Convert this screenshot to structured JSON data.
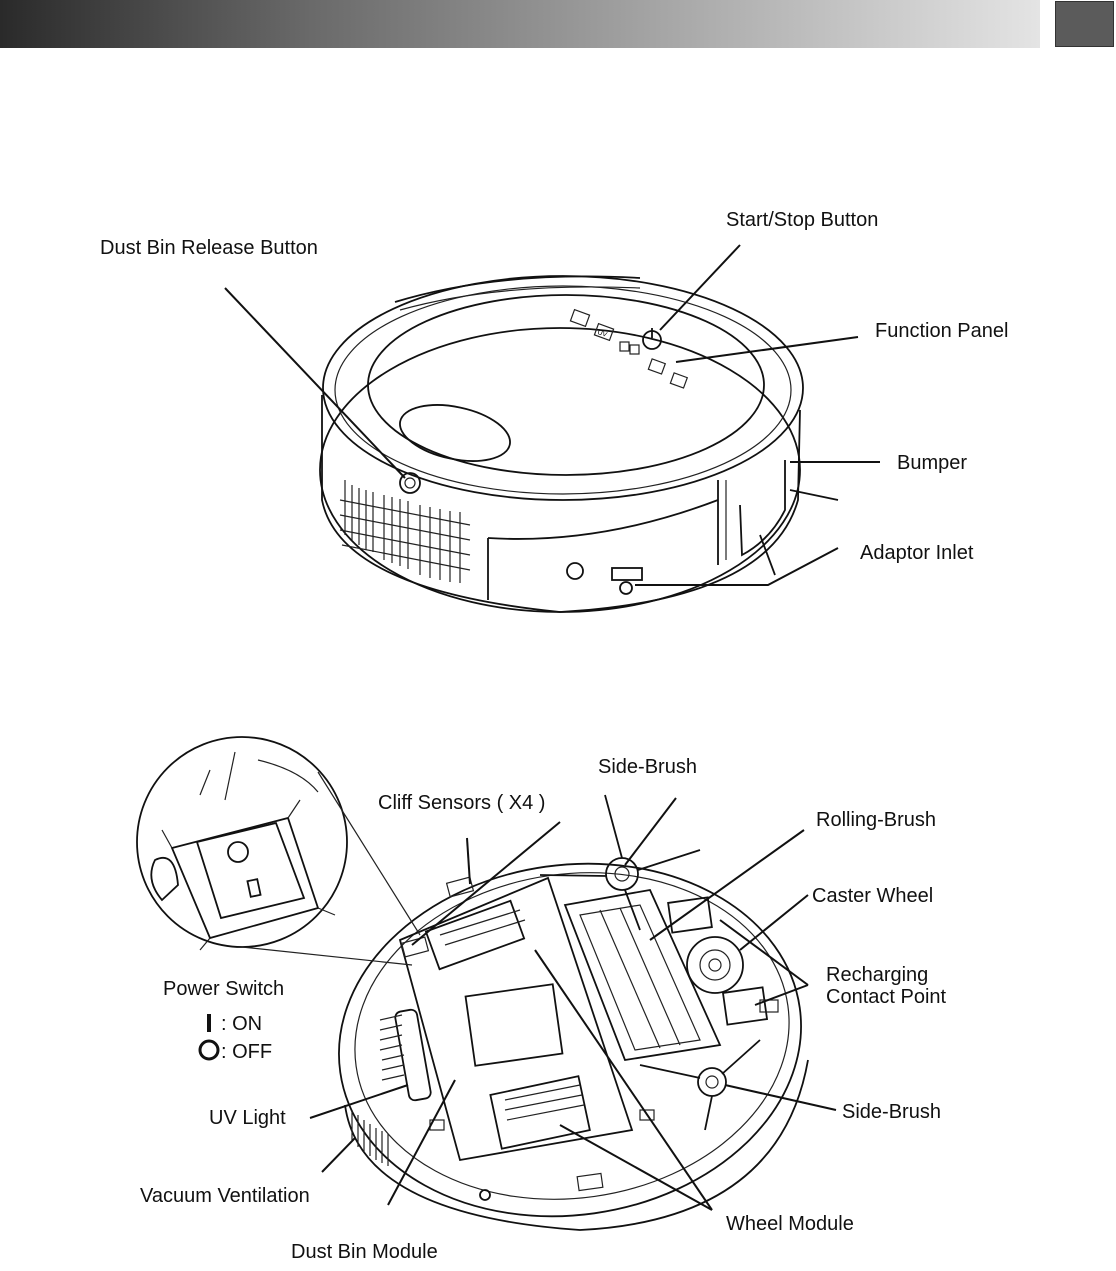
{
  "top_view": {
    "labels": {
      "start_stop": "Start/Stop Button",
      "dust_bin_release": "Dust Bin Release Button",
      "function_panel": "Function Panel",
      "bumper": "Bumper",
      "adaptor_inlet": "Adaptor Inlet"
    },
    "panel_icons": [
      "UV"
    ]
  },
  "bottom_view": {
    "labels": {
      "side_brush_top": "Side-Brush",
      "cliff_sensors": "Cliff Sensors ( X4 )",
      "rolling_brush": "Rolling-Brush",
      "caster_wheel": "Caster Wheel",
      "recharging_line1": "Recharging",
      "recharging_line2": "Contact Point",
      "power_switch": "Power Switch",
      "on_symbol": "I",
      "on_text": ": ON",
      "off_text": ": OFF",
      "uv_light": "UV Light",
      "side_brush_bottom": "Side-Brush",
      "vacuum_ventilation": "Vacuum Ventilation",
      "wheel_module": "Wheel Module",
      "dust_bin_module": "Dust Bin Module"
    }
  }
}
